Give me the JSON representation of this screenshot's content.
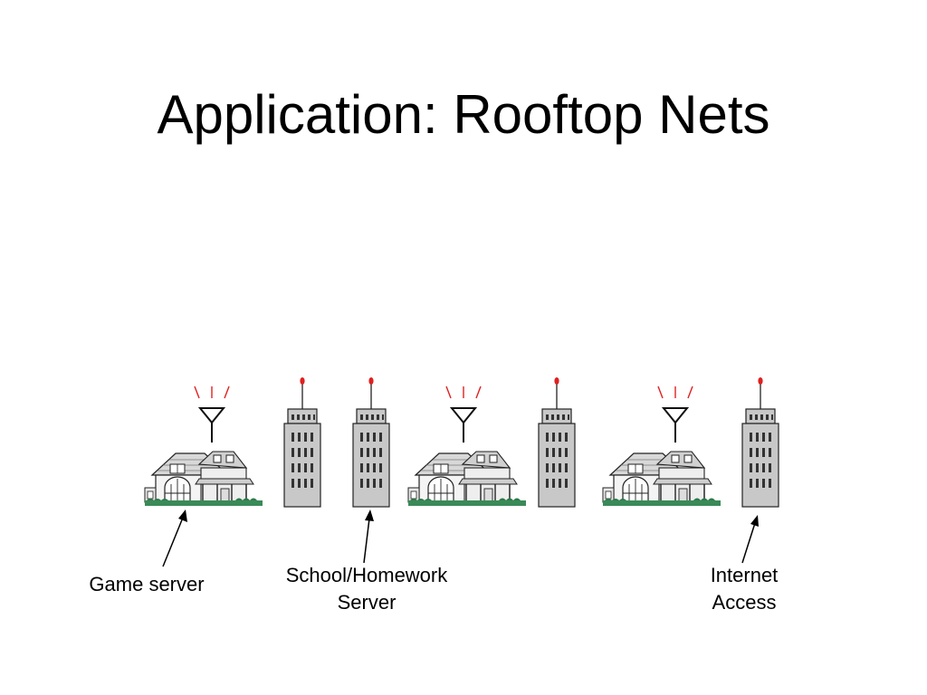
{
  "slide": {
    "title": "Application: Rooftop Nets"
  },
  "labels": {
    "game_server": "Game server",
    "school_server": [
      "School/Homework",
      "Server"
    ],
    "internet_access": [
      "Internet",
      "Access"
    ]
  },
  "diagram": {
    "nodes": [
      {
        "type": "house",
        "has_antenna": true,
        "label_ref": "game_server"
      },
      {
        "type": "office-building",
        "has_antenna": true
      },
      {
        "type": "office-building",
        "has_antenna": true,
        "label_ref": "school_server"
      },
      {
        "type": "house",
        "has_antenna": true
      },
      {
        "type": "office-building",
        "has_antenna": true
      },
      {
        "type": "house",
        "has_antenna": true
      },
      {
        "type": "office-building",
        "has_antenna": true,
        "label_ref": "internet_access"
      }
    ]
  },
  "colors": {
    "signal_lines": "#e02020",
    "antenna_tip": "#e02020",
    "building_fill": "#c8c8c8",
    "building_windows": "#333333",
    "lawn": "#3a8a58",
    "text": "#000000"
  }
}
